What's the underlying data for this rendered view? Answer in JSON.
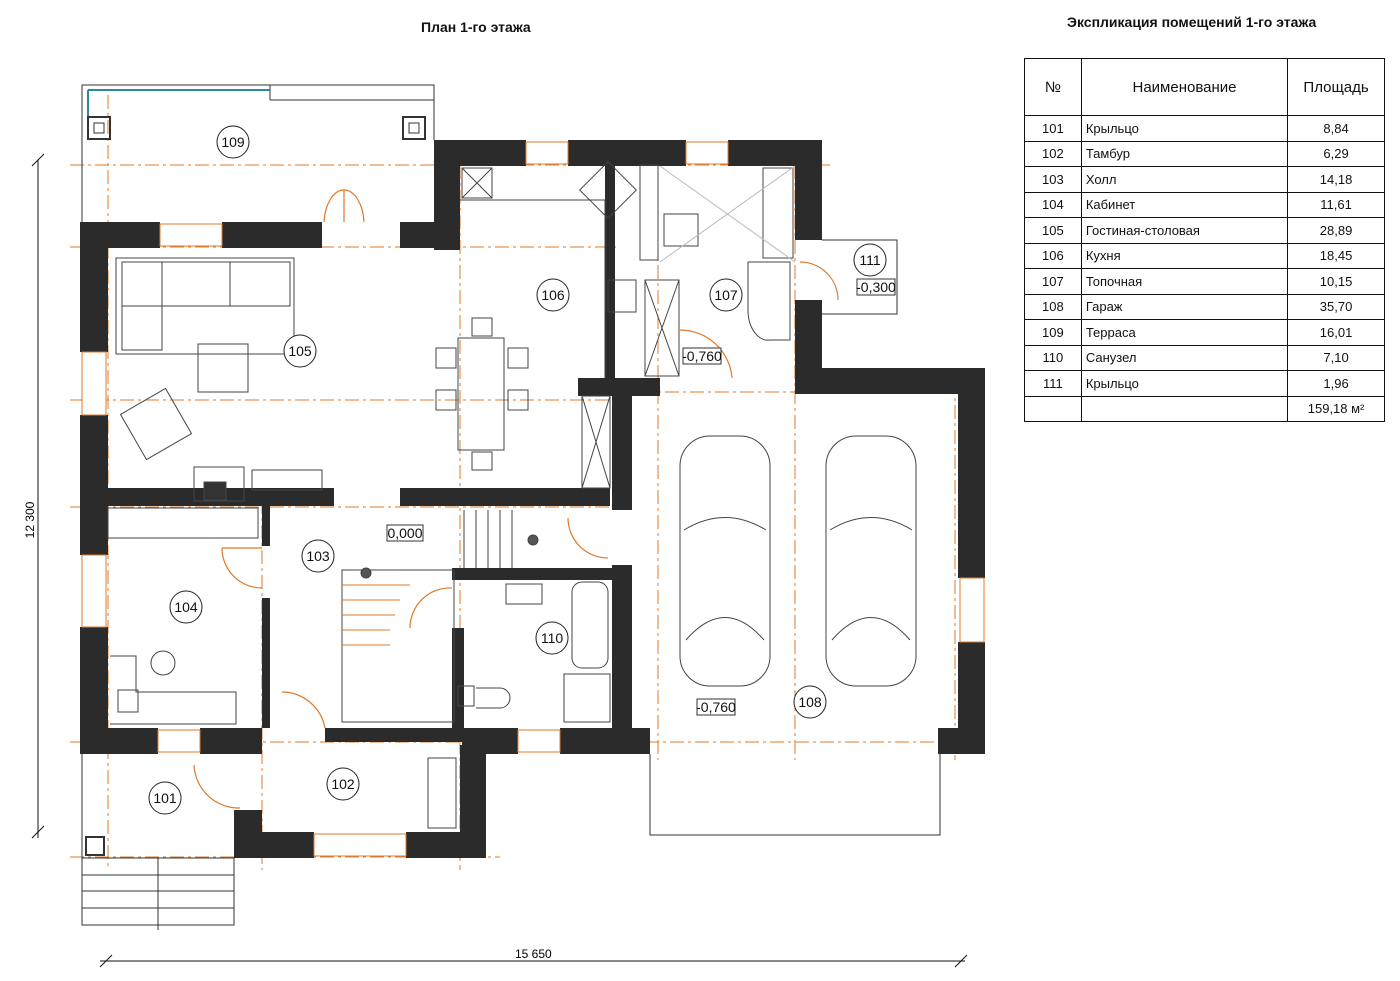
{
  "plan": {
    "title": "План 1-го этажа",
    "dim_width": "15 650",
    "dim_height": "12 300",
    "rooms": [
      "101",
      "102",
      "103",
      "104",
      "105",
      "106",
      "107",
      "108",
      "109",
      "110",
      "111"
    ],
    "levels": [
      "0,000",
      "-0,760",
      "-0,760",
      "-0,300"
    ]
  },
  "explication": {
    "title": "Экспликация помещений 1-го этажа",
    "headers": {
      "num": "№",
      "name": "Наименование",
      "area": "Площадь"
    },
    "rows": [
      {
        "num": "101",
        "name": "Крыльцо",
        "area": "8,84"
      },
      {
        "num": "102",
        "name": "Тамбур",
        "area": "6,29"
      },
      {
        "num": "103",
        "name": "Холл",
        "area": "14,18"
      },
      {
        "num": "104",
        "name": "Кабинет",
        "area": "11,61"
      },
      {
        "num": "105",
        "name": "Гостиная-столовая",
        "area": "28,89"
      },
      {
        "num": "106",
        "name": "Кухня",
        "area": "18,45"
      },
      {
        "num": "107",
        "name": "Топочная",
        "area": "10,15"
      },
      {
        "num": "108",
        "name": "Гараж",
        "area": "35,70"
      },
      {
        "num": "109",
        "name": "Терраса",
        "area": "16,01"
      },
      {
        "num": "110",
        "name": "Санузел",
        "area": "7,10"
      },
      {
        "num": "111",
        "name": "Крыльцо",
        "area": "1,96"
      }
    ],
    "total": "159,18 м²"
  },
  "colors": {
    "wall": "#2b2b2b",
    "axis": "#e07a2a",
    "line": "#333333"
  }
}
